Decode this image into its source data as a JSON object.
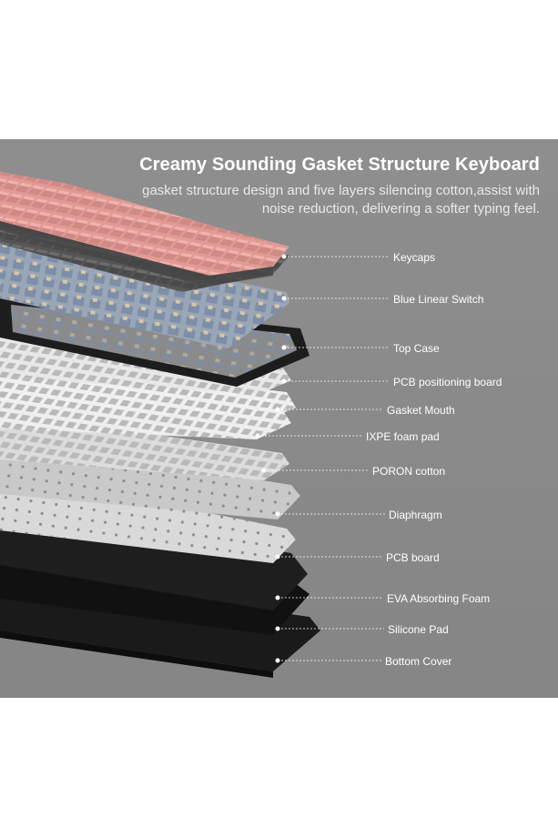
{
  "header": {
    "title": "Creamy Sounding Gasket Structure Keyboard",
    "subtitle": "gasket structure design and five layers silencing cotton,assist with noise reduction, delivering a softer typing feel."
  },
  "layers": [
    {
      "label": "Keycaps"
    },
    {
      "label": "Blue Linear Switch"
    },
    {
      "label": "Top Case"
    },
    {
      "label": "PCB positioning board"
    },
    {
      "label": "Gasket Mouth"
    },
    {
      "label": "IXPE foam pad"
    },
    {
      "label": "PORON cotton"
    },
    {
      "label": "Diaphragm"
    },
    {
      "label": "PCB board"
    },
    {
      "label": "EVA Absorbing Foam"
    },
    {
      "label": "Silicone Pad"
    },
    {
      "label": "Bottom Cover"
    }
  ],
  "colors": {
    "background": "#8a8a8a",
    "keycap_pink": "#e79e98",
    "keycap_gray": "#5b5b5b",
    "plate_white": "#e6e6e6",
    "case_black": "#1c1c1c"
  }
}
